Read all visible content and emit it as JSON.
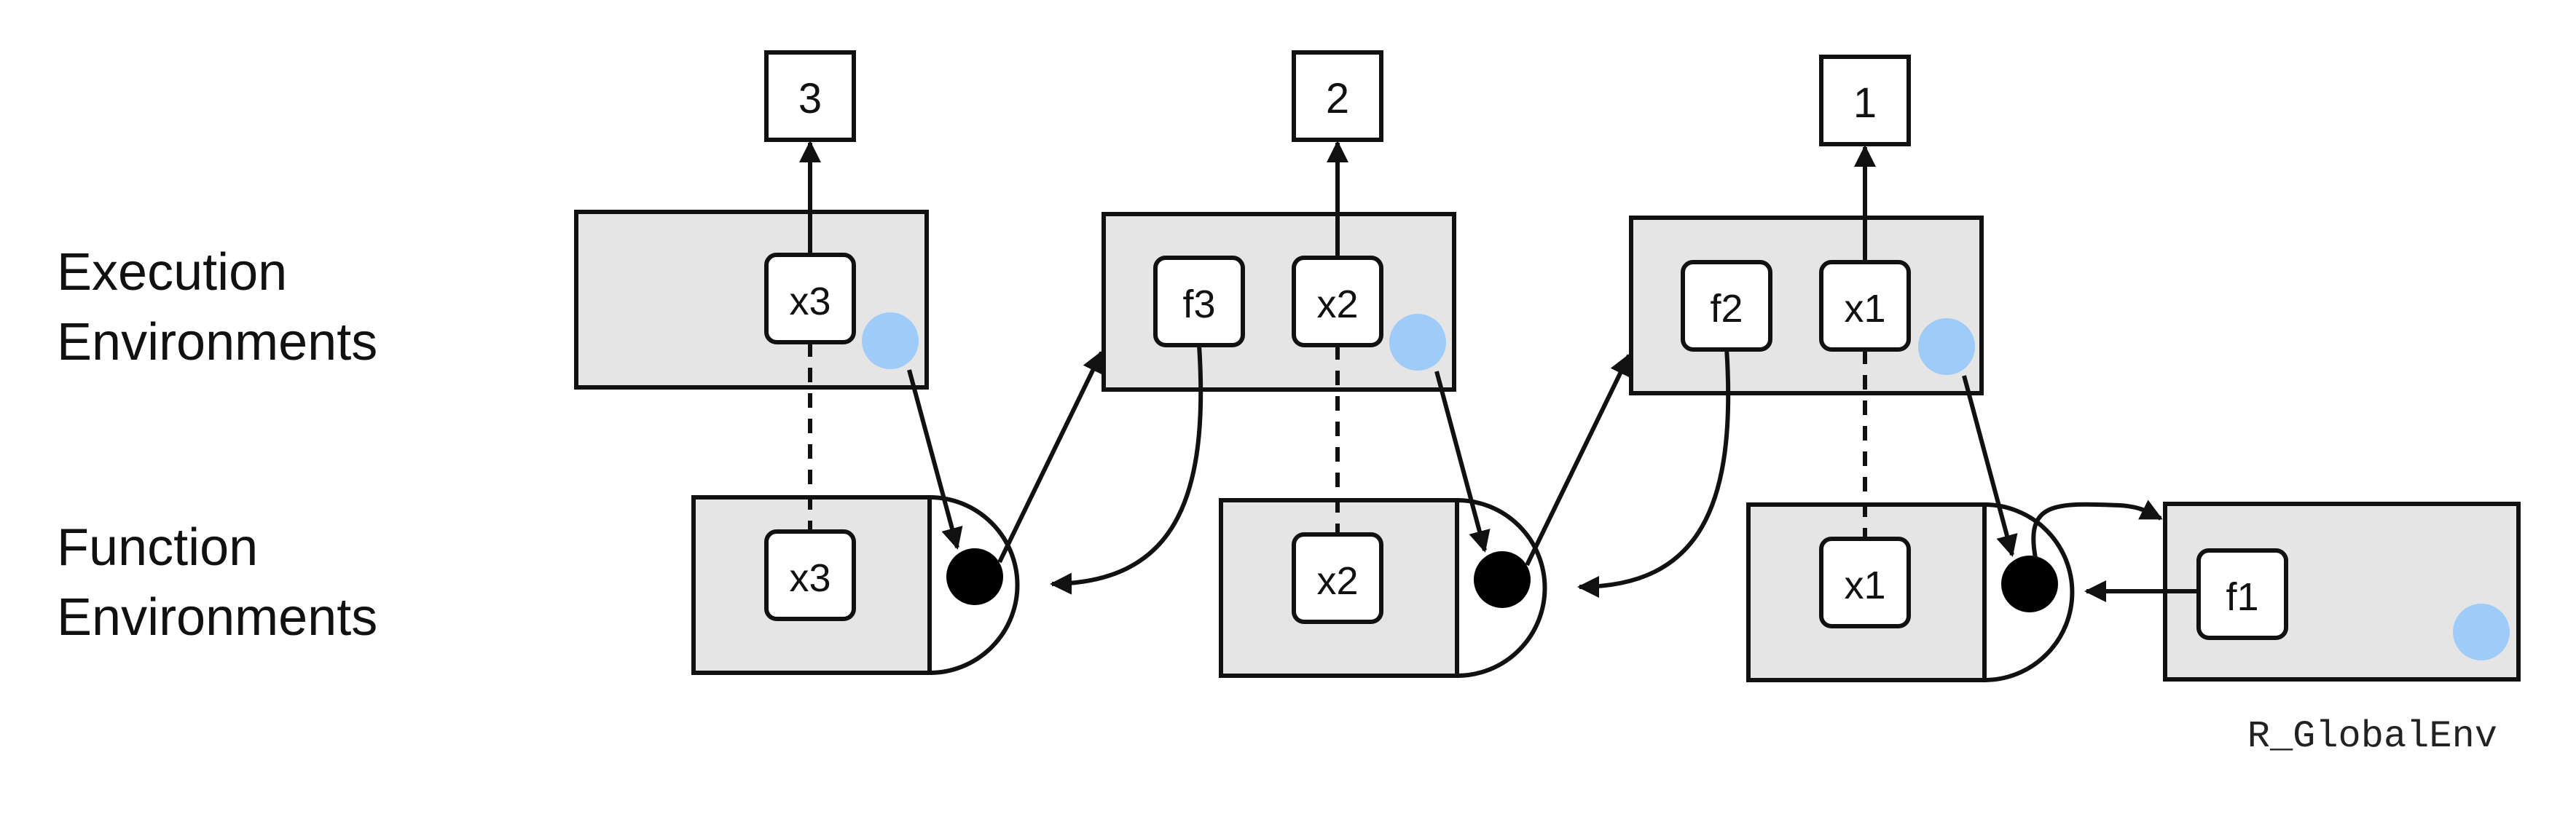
{
  "row_labels": {
    "execution": [
      "Execution",
      "Environments"
    ],
    "function": [
      "Function",
      "Environments"
    ]
  },
  "values": [
    "3",
    "2",
    "1"
  ],
  "execution_envs": {
    "e3": {
      "bindings": [
        "x3"
      ]
    },
    "e2": {
      "bindings": [
        "f3",
        "x2"
      ]
    },
    "e1": {
      "bindings": [
        "f2",
        "x1"
      ]
    }
  },
  "function_envs": {
    "f3env": {
      "bindings": [
        "x3"
      ]
    },
    "f2env": {
      "bindings": [
        "x2"
      ]
    },
    "f1env": {
      "bindings": [
        "x1"
      ]
    }
  },
  "global_env": {
    "bindings": [
      "f1"
    ],
    "name": "R_GlobalEnv"
  },
  "colors": {
    "frame_fill": "#e5e5e5",
    "stroke": "#111111",
    "env_dot": "#9ecbf7",
    "closure_dot": "#000000"
  }
}
